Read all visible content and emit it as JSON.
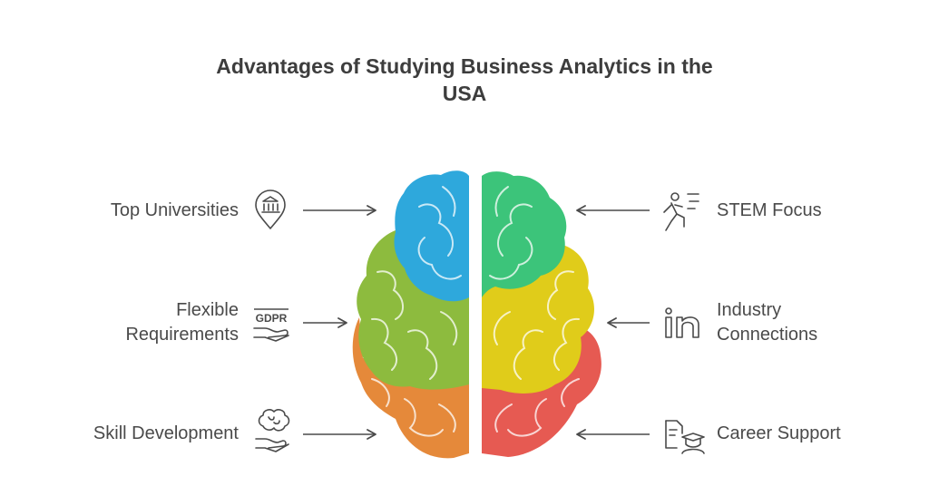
{
  "title": {
    "line1": "Advantages of Studying Business Analytics in the",
    "line2": "USA"
  },
  "left_items": [
    {
      "lines": [
        "Top Universities"
      ],
      "icon": "university-pin-icon"
    },
    {
      "lines": [
        "Flexible",
        "Requirements"
      ],
      "icon": "gdpr-hand-icon"
    },
    {
      "lines": [
        "Skill Development"
      ],
      "icon": "brain-hand-icon"
    }
  ],
  "right_items": [
    {
      "lines": [
        "STEM Focus"
      ],
      "icon": "running-person-icon"
    },
    {
      "lines": [
        "Industry",
        "Connections"
      ],
      "icon": "linkedin-icon"
    },
    {
      "lines": [
        "Career Support"
      ],
      "icon": "graduate-document-icon"
    }
  ],
  "icon_text": {
    "gdpr": "GDPR"
  },
  "colors": {
    "blue": "#2ea8dc",
    "green_top": "#3cc47a",
    "lime": "#8dbb3e",
    "yellow": "#e0cc1a",
    "orange": "#e5893a",
    "red": "#e65a52",
    "text": "#4a4a4a",
    "arrow": "#4a4a4a"
  }
}
